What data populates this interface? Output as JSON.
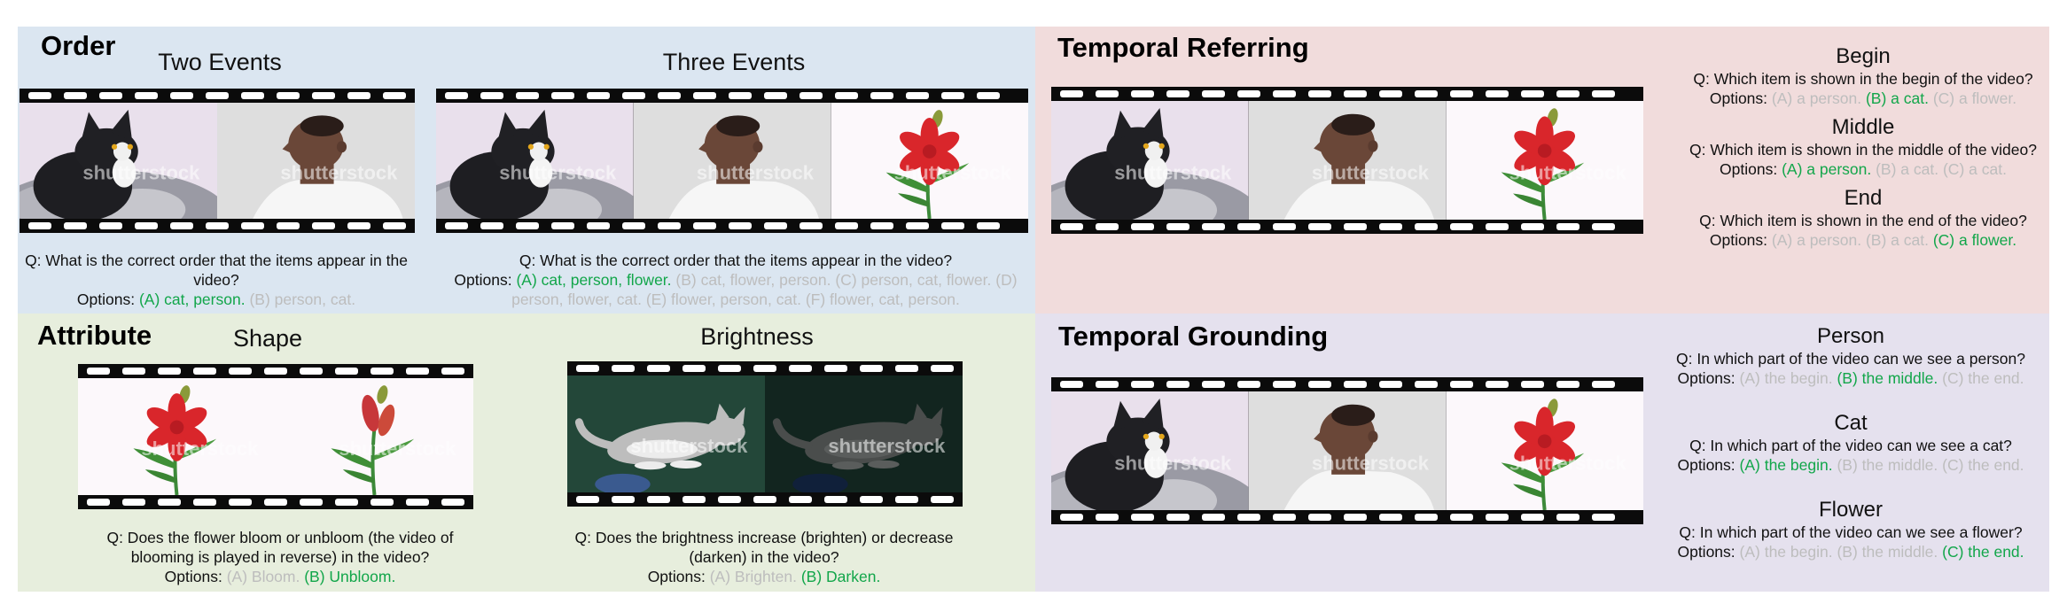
{
  "colors": {
    "order_bg": "#dbe6f1",
    "referring_bg": "#f1dcdc",
    "attribute_bg": "#e7eedd",
    "grounding_bg": "#e5e1ee",
    "correct": "#12a64a",
    "incorrect": "#bdbdbd"
  },
  "watermark": "shutterstock",
  "order": {
    "title": "Order",
    "two": {
      "title": "Two Events",
      "question": "Q: What is the correct order that the items appear in the video?",
      "options_label": "Options:",
      "options": [
        {
          "text": "(A) cat, person.",
          "correct": true
        },
        {
          "text": "(B) person, cat.",
          "correct": false
        }
      ]
    },
    "three": {
      "title": "Three Events",
      "question": "Q: What is the correct order that the items appear in the video?",
      "options_label": "Options:",
      "options": [
        {
          "text": "(A) cat, person, flower.",
          "correct": true
        },
        {
          "text": "(B) cat, flower, person.",
          "correct": false
        },
        {
          "text": "(C) person, cat, flower.",
          "correct": false
        },
        {
          "text": "(D) person, flower, cat.",
          "correct": false
        },
        {
          "text": "(E) flower, person, cat.",
          "correct": false
        },
        {
          "text": "(F) flower, cat, person.",
          "correct": false
        }
      ]
    }
  },
  "referring": {
    "title": "Temporal Referring",
    "sections": [
      {
        "title": "Begin",
        "question": "Q: Which item is shown in the begin of the video?",
        "options_label": "Options:",
        "options": [
          {
            "text": "(A) a person.",
            "correct": false
          },
          {
            "text": "(B) a cat.",
            "correct": true
          },
          {
            "text": "(C) a flower.",
            "correct": false
          }
        ]
      },
      {
        "title": "Middle",
        "question": "Q: Which item is shown in the middle of the video?",
        "options_label": "Options:",
        "options": [
          {
            "text": "(A) a person.",
            "correct": true
          },
          {
            "text": "(B) a cat.",
            "correct": false
          },
          {
            "text": "(C) a cat.",
            "correct": false
          }
        ]
      },
      {
        "title": "End",
        "question": "Q: Which item is shown in the end of the video?",
        "options_label": "Options:",
        "options": [
          {
            "text": "(A) a person.",
            "correct": false
          },
          {
            "text": "(B) a cat.",
            "correct": false
          },
          {
            "text": "(C) a flower.",
            "correct": true
          }
        ]
      }
    ]
  },
  "attribute": {
    "title": "Attribute",
    "shape": {
      "title": "Shape",
      "question": "Q: Does the flower bloom or unbloom (the video of blooming is played in reverse) in the video?",
      "options_label": "Options:",
      "options": [
        {
          "text": "(A) Bloom.",
          "correct": false
        },
        {
          "text": "(B) Unbloom.",
          "correct": true
        }
      ]
    },
    "brightness": {
      "title": "Brightness",
      "question": "Q: Does the brightness increase (brighten) or decrease (darken) in the video?",
      "options_label": "Options:",
      "options": [
        {
          "text": "(A) Brighten.",
          "correct": false
        },
        {
          "text": "(B) Darken.",
          "correct": true
        }
      ]
    }
  },
  "grounding": {
    "title": "Temporal Grounding",
    "sections": [
      {
        "title": "Person",
        "question": "Q: In which part of the video can we see a person?",
        "options_label": "Options:",
        "options": [
          {
            "text": "(A) the begin.",
            "correct": false
          },
          {
            "text": "(B) the middle.",
            "correct": true
          },
          {
            "text": "(C) the end.",
            "correct": false
          }
        ]
      },
      {
        "title": "Cat",
        "question": "Q: In which part of the video can we see a cat?",
        "options_label": "Options:",
        "options": [
          {
            "text": "(A) the begin.",
            "correct": true
          },
          {
            "text": "(B) the middle.",
            "correct": false
          },
          {
            "text": "(C) the end.",
            "correct": false
          }
        ]
      },
      {
        "title": "Flower",
        "question": "Q: In which part of the video can we see a flower?",
        "options_label": "Options:",
        "options": [
          {
            "text": "(A) the begin.",
            "correct": false
          },
          {
            "text": "(B) the middle.",
            "correct": false
          },
          {
            "text": "(C) the end.",
            "correct": true
          }
        ]
      }
    ]
  },
  "strips": [
    {
      "id": "order-two",
      "frames": [
        "cat",
        "person"
      ]
    },
    {
      "id": "order-three",
      "frames": [
        "cat",
        "person",
        "flower"
      ]
    },
    {
      "id": "referring",
      "frames": [
        "cat",
        "person",
        "flower"
      ]
    },
    {
      "id": "shape",
      "frames": [
        "flower",
        "bud"
      ]
    },
    {
      "id": "brightness",
      "frames": [
        "kitten",
        "kitten-dark"
      ]
    },
    {
      "id": "grounding",
      "frames": [
        "cat",
        "person",
        "flower"
      ]
    }
  ]
}
